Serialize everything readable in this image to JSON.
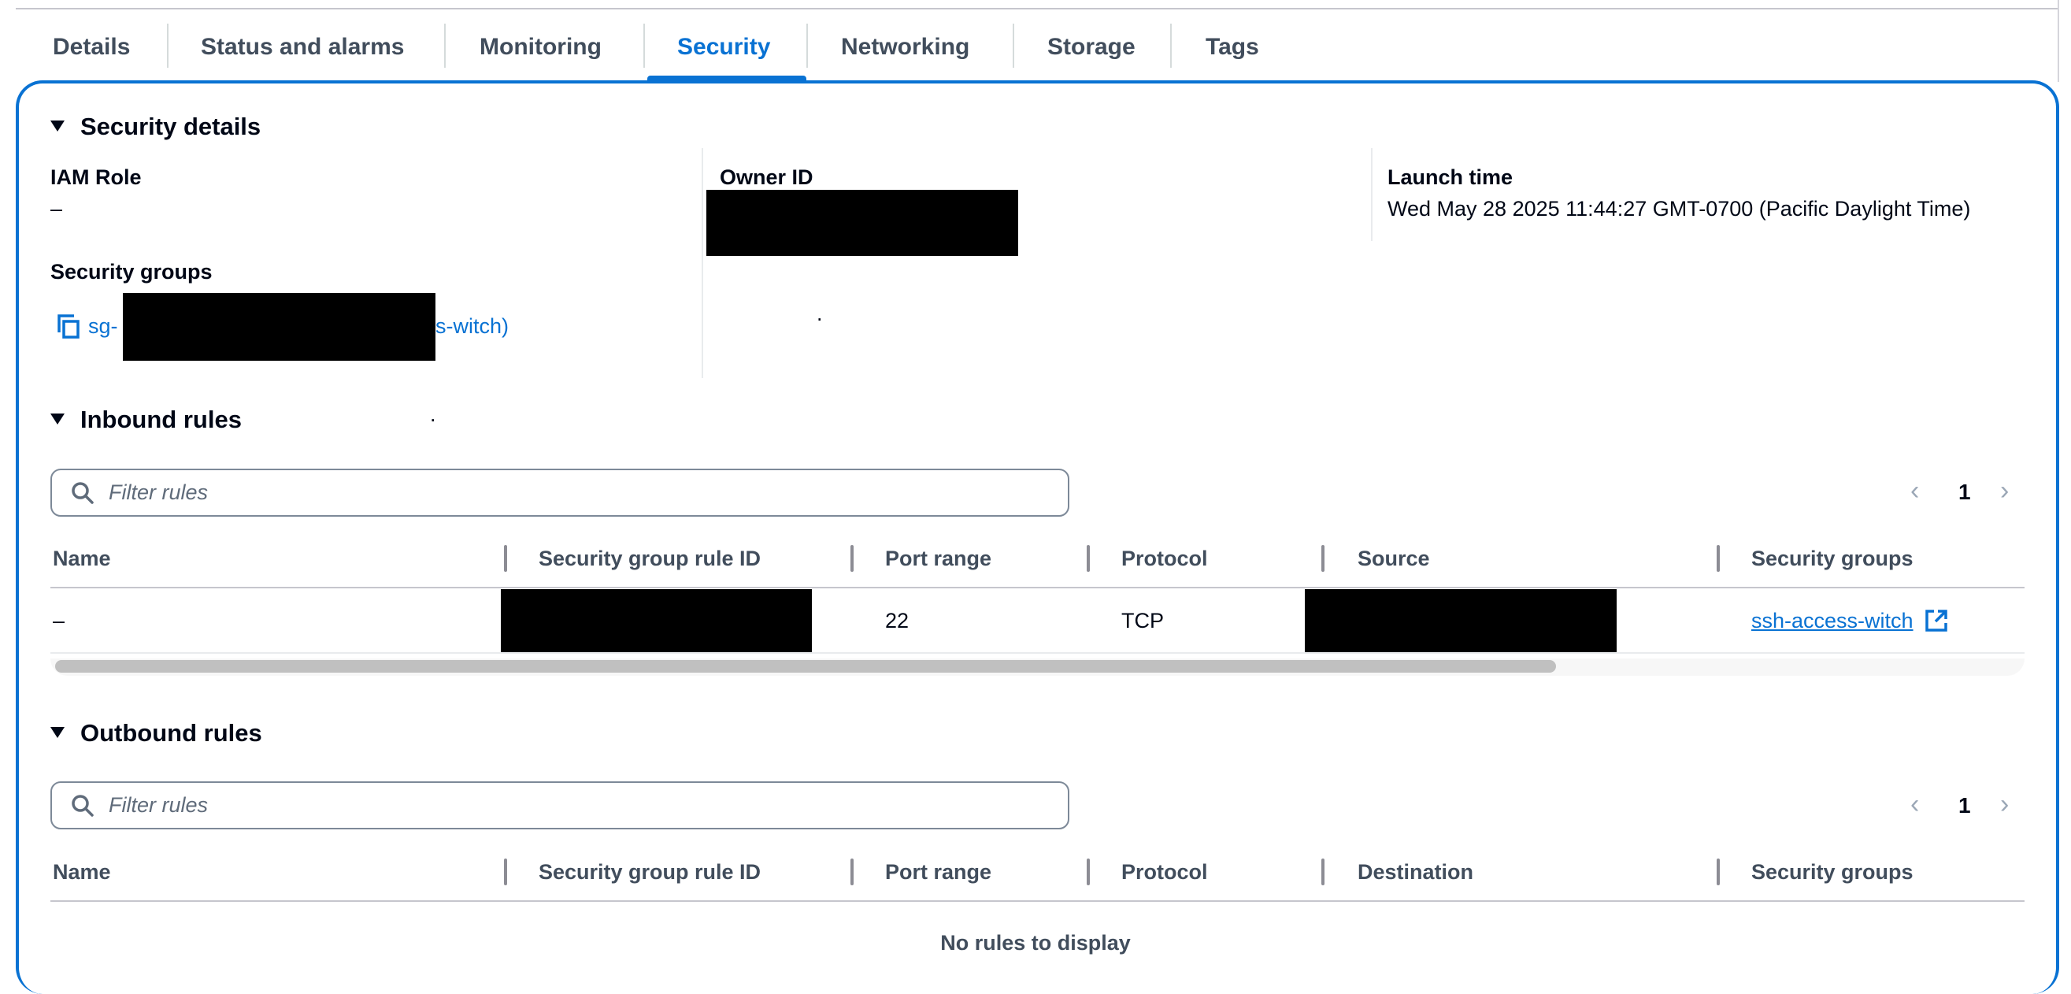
{
  "tabs": [
    {
      "label": "Details",
      "active": false
    },
    {
      "label": "Status and alarms",
      "active": false
    },
    {
      "label": "Monitoring",
      "active": false
    },
    {
      "label": "Security",
      "active": true
    },
    {
      "label": "Networking",
      "active": false
    },
    {
      "label": "Storage",
      "active": false
    },
    {
      "label": "Tags",
      "active": false
    }
  ],
  "accent_color": "#0972d3",
  "security_details": {
    "title": "Security details",
    "iam_role_label": "IAM Role",
    "iam_role_value": "–",
    "owner_id_label": "Owner ID",
    "launch_time_label": "Launch time",
    "launch_time_value": "Wed May 28 2025 11:44:27 GMT-0700 (Pacific Daylight Time)",
    "security_groups_label": "Security groups",
    "security_group_prefix": "sg-",
    "security_group_suffix": "s-witch)",
    "dot": "."
  },
  "inbound": {
    "title": "Inbound rules",
    "dot": ".",
    "filter_placeholder": "Filter rules",
    "page": "1",
    "columns": [
      "Name",
      "Security group rule ID",
      "Port range",
      "Protocol",
      "Source",
      "Security groups"
    ],
    "rows": [
      {
        "name": "–",
        "port_range": "22",
        "protocol": "TCP",
        "security_group": "ssh-access-witch"
      }
    ]
  },
  "outbound": {
    "title": "Outbound rules",
    "filter_placeholder": "Filter rules",
    "page": "1",
    "columns": [
      "Name",
      "Security group rule ID",
      "Port range",
      "Protocol",
      "Destination",
      "Security groups"
    ],
    "empty_text": "No rules to display"
  }
}
